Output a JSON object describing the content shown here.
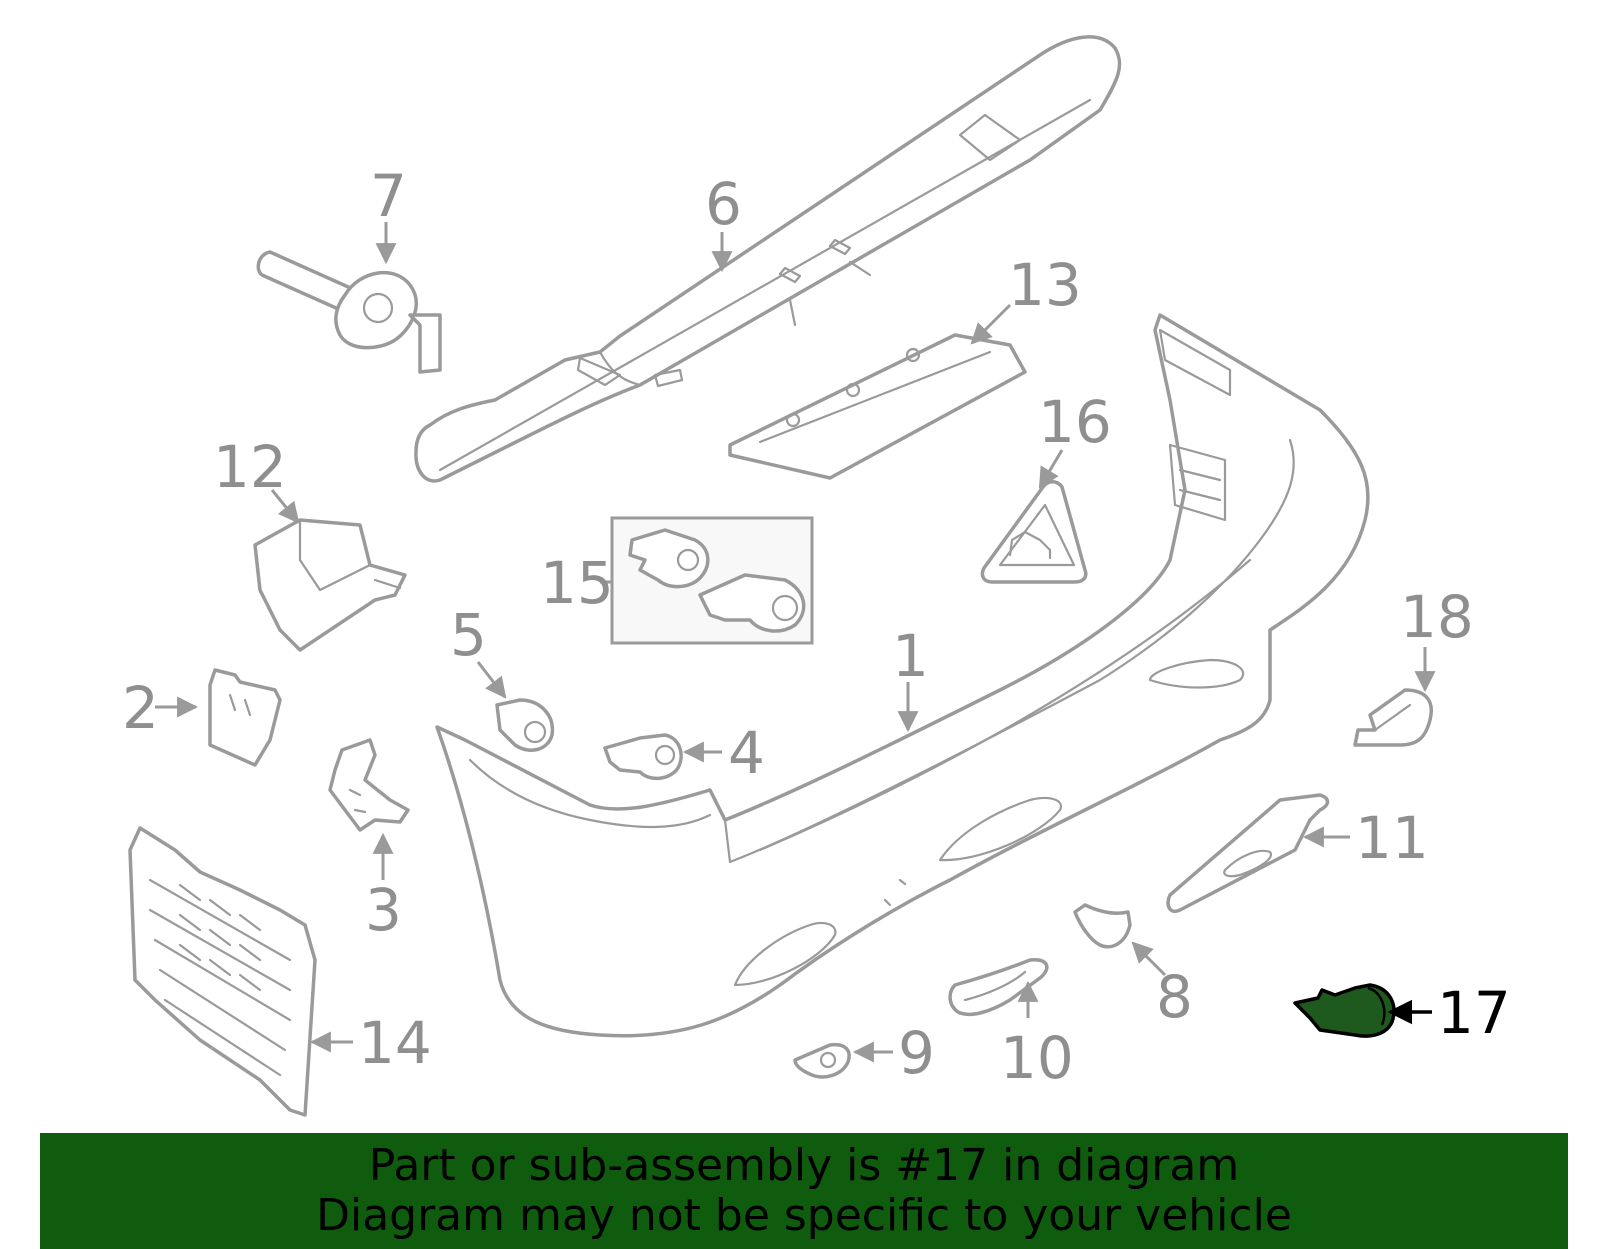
{
  "banner": {
    "line1": "Part or sub-assembly is #17 in diagram",
    "line2": "Diagram may not be specific to your vehicle",
    "background_color": "#0f5c0f",
    "text_color": "#000000"
  },
  "diagram": {
    "part_color": "#9a9a9a",
    "highlight_fill": "#1e5a1e",
    "highlight_part": "17",
    "callouts": [
      {
        "id": "1",
        "label": "1"
      },
      {
        "id": "2",
        "label": "2"
      },
      {
        "id": "3",
        "label": "3"
      },
      {
        "id": "4",
        "label": "4"
      },
      {
        "id": "5",
        "label": "5"
      },
      {
        "id": "6",
        "label": "6"
      },
      {
        "id": "7",
        "label": "7"
      },
      {
        "id": "8",
        "label": "8"
      },
      {
        "id": "9",
        "label": "9"
      },
      {
        "id": "10",
        "label": "10"
      },
      {
        "id": "11",
        "label": "11"
      },
      {
        "id": "12",
        "label": "12"
      },
      {
        "id": "13",
        "label": "13"
      },
      {
        "id": "14",
        "label": "14"
      },
      {
        "id": "15",
        "label": "15"
      },
      {
        "id": "16",
        "label": "16"
      },
      {
        "id": "17",
        "label": "17"
      },
      {
        "id": "18",
        "label": "18"
      }
    ]
  }
}
